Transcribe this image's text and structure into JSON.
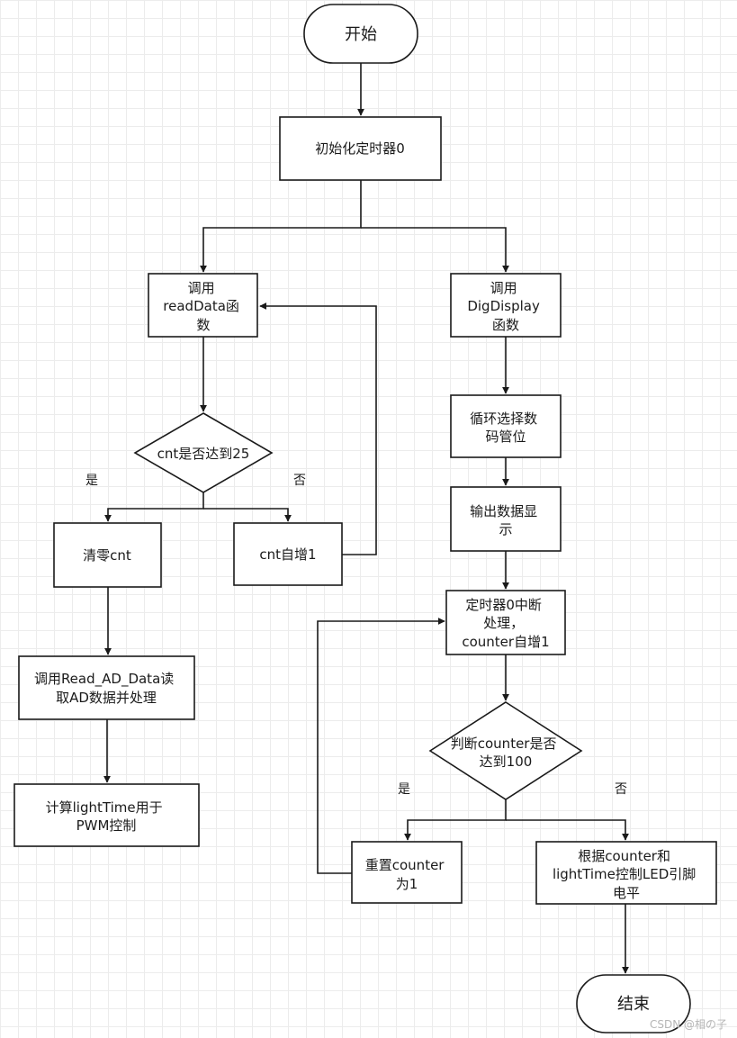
{
  "diagram": {
    "nodes": {
      "start": "开始",
      "init_timer": "初始化定时器0",
      "call_readdata": [
        "调用",
        "readData函",
        "数"
      ],
      "call_digdisplay": [
        "调用",
        "DigDisplay",
        "函数"
      ],
      "cnt_check": "cnt是否达到25",
      "cycle_select": [
        "循环选择数",
        "码管位"
      ],
      "output_display": [
        "输出数据显",
        "示"
      ],
      "clear_cnt": "清零cnt",
      "cnt_inc": "cnt自增1",
      "timer_isr": [
        "定时器0中断",
        "处理，",
        "counter自增1"
      ],
      "call_read_ad": [
        "调用Read_AD_Data读",
        "取AD数据并处理"
      ],
      "counter_check": [
        "判断counter是否",
        "达到100"
      ],
      "calc_lighttime": [
        "计算lightTime用于",
        "PWM控制"
      ],
      "reset_counter": [
        "重置counter",
        "为1"
      ],
      "control_led": [
        "根据counter和",
        "lightTime控制LED引脚",
        "电平"
      ],
      "end": "结束"
    },
    "edge_labels": {
      "cnt_yes": "是",
      "cnt_no": "否",
      "counter_yes": "是",
      "counter_no": "否"
    },
    "watermark": "CSDN @相の子"
  }
}
